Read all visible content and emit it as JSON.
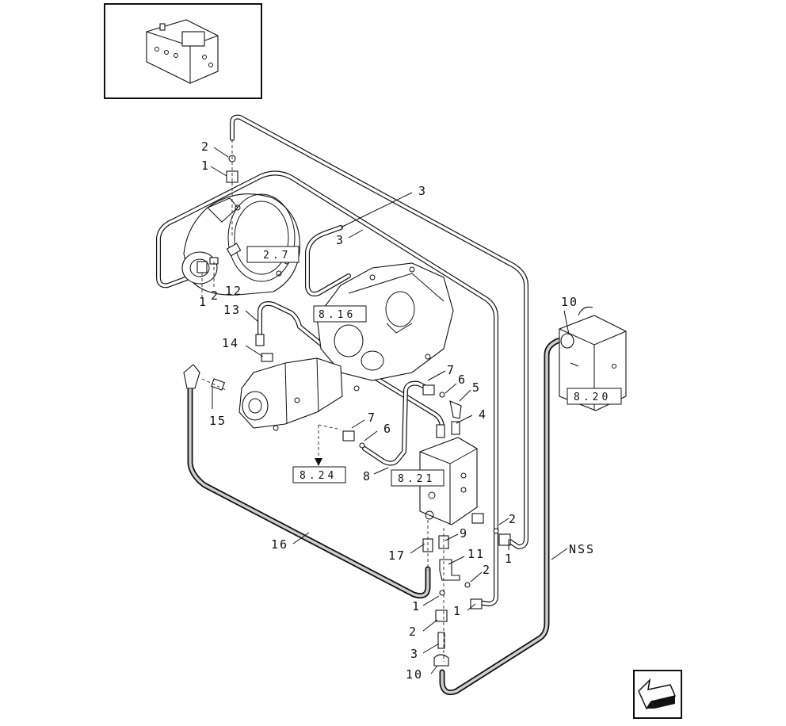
{
  "refs": [
    "2.7",
    "8.16",
    "8.24",
    "8.21",
    "8.20"
  ],
  "callouts": [
    "1",
    "2",
    "12",
    "3",
    "3",
    "13",
    "14",
    "15",
    "16",
    "17",
    "2",
    "1",
    "3",
    "10",
    "7",
    "6",
    "5",
    "4",
    "7",
    "6",
    "8",
    "9",
    "11",
    "2",
    "1",
    "2",
    "1",
    "10",
    "NSS"
  ]
}
